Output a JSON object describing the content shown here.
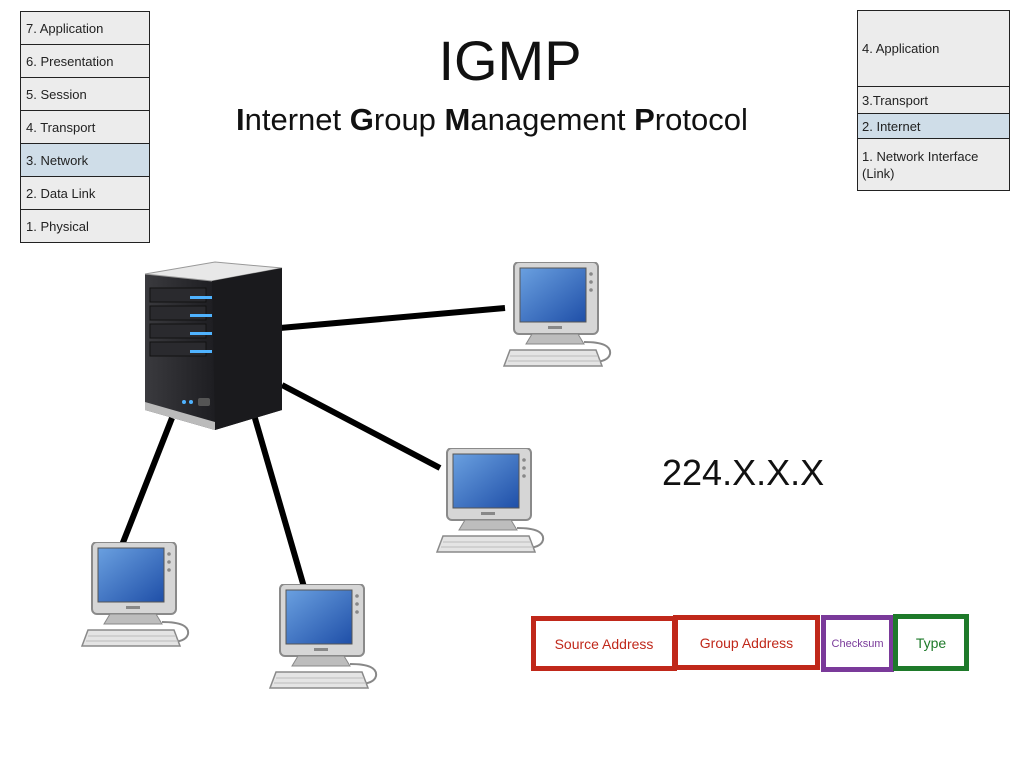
{
  "title": "IGMP",
  "subtitle": {
    "parts": [
      {
        "text": "I",
        "bold": true
      },
      {
        "text": "nternet ",
        "bold": false
      },
      {
        "text": "G",
        "bold": true
      },
      {
        "text": "roup ",
        "bold": false
      },
      {
        "text": "M",
        "bold": true
      },
      {
        "text": "anagement ",
        "bold": false
      },
      {
        "text": "P",
        "bold": true
      },
      {
        "text": "rotocol",
        "bold": false
      }
    ]
  },
  "osi_layers": [
    "7. Application",
    "6. Presentation",
    "5. Session",
    "4. Transport",
    "3. Network",
    "2. Data Link",
    "1. Physical"
  ],
  "osi_highlight": "3. Network",
  "tcpip_layers": [
    "4. Application",
    "3.Transport",
    "2. Internet",
    "1. Network Interface (Link)"
  ],
  "tcpip_highlight": "2. Internet",
  "multicast_address": "224.X.X.X",
  "packet_fields": [
    {
      "label": "Source Address",
      "color": "#c0281a"
    },
    {
      "label": "Group Address",
      "color": "#c0281a"
    },
    {
      "label": "Checksum",
      "color": "#7a3a9a"
    },
    {
      "label": "Type",
      "color": "#1e7a2a"
    }
  ],
  "icons": {
    "server": "server-icon",
    "computer": "computer-icon"
  }
}
